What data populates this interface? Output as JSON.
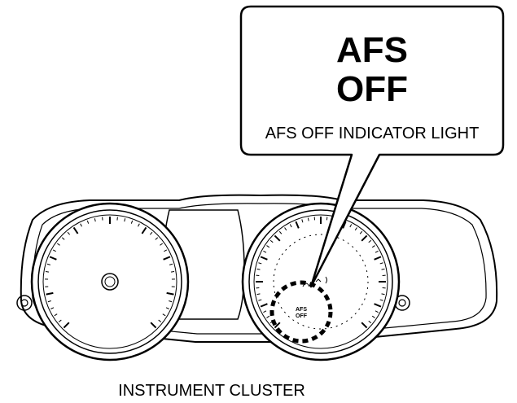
{
  "callout": {
    "icon_line1": "AFS",
    "icon_line2": "OFF",
    "label": "AFS OFF INDICATOR LIGHT"
  },
  "gauge": {
    "indicator_line1": "AFS",
    "indicator_line2": "OFF"
  },
  "caption": "INSTRUMENT CLUSTER"
}
